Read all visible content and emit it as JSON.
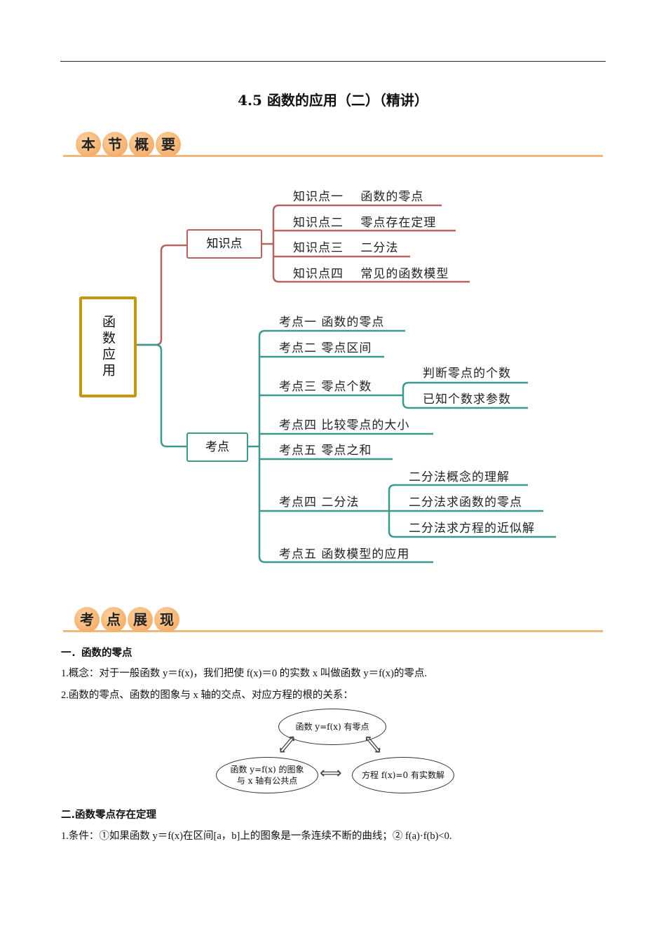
{
  "title": "4.5 函数的应用（二）（精讲）",
  "banner1": [
    "本",
    "节",
    "概",
    "要"
  ],
  "banner2": [
    "考",
    "点",
    "展",
    "现"
  ],
  "mindmap": {
    "center": "函数应用",
    "colors": {
      "knowledge": "#b86262",
      "exam": "#3a9a8e",
      "center": "#c8960c"
    },
    "knowledge_label": "知识点",
    "knowledge": [
      "知识点一　 函数的零点",
      "知识点二　 零点存在定理",
      "知识点三　 二分法",
      "知识点四　 常见的函数模型"
    ],
    "exam_label": "考点",
    "exam": [
      "考点一  函数的零点",
      "考点二  零点区间",
      "考点三  零点个数",
      "考点四  比较零点的大小",
      "考点五  零点之和",
      "考点四  二分法",
      "考点五  函数模型的应用"
    ],
    "sub3": [
      "判断零点的个数",
      "已知个数求参数"
    ],
    "sub6": [
      "二分法概念的理解",
      "二分法求函数的零点",
      "二分法求方程的近似解"
    ]
  },
  "section1": {
    "heading": "一．函数的零点",
    "p1": "1.概念：对于一般函数 y＝f(x)，我们把使 f(x)＝0 的实数 x 叫做函数 y＝f(x)的零点.",
    "p2": "2.函数的零点、函数的图象与 x 轴的交点、对应方程的根的关系：",
    "diagram": {
      "top": "函数 y=f(x) 有零点",
      "left1": "函数 y=f(x) 的图象",
      "left2": "与 x 轴有公共点",
      "right": "方程 f(x)=0 有实数解"
    }
  },
  "section2": {
    "heading": "二.函数零点存在定理",
    "p1": "1.条件：①如果函数 y＝f(x)在区间[a，b]上的图象是一条连续不断的曲线；② f(a)·f(b)<0."
  }
}
